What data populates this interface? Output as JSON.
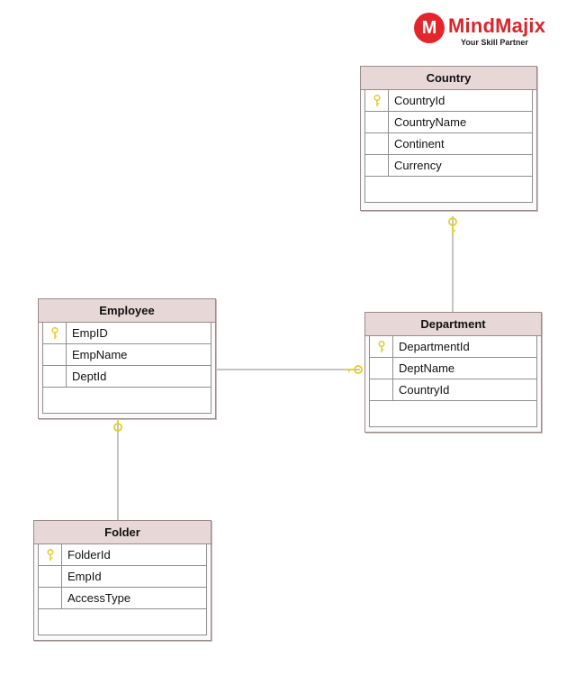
{
  "brand": {
    "mark": "M",
    "name": "MindMajix",
    "tagline": "Your Skill Partner",
    "accent_color": "#e3262c"
  },
  "colors": {
    "entity_header": "#e7d7d7",
    "connector_line": "#8a8a8a",
    "key_icon": "#e2cc2a"
  },
  "entities": {
    "country": {
      "title": "Country",
      "fields": [
        "CountryId",
        "CountryName",
        "Continent",
        "Currency"
      ],
      "primary_key": "CountryId"
    },
    "employee": {
      "title": "Employee",
      "fields": [
        "EmpID",
        "EmpName",
        "DeptId"
      ],
      "primary_key": "EmpID"
    },
    "department": {
      "title": "Department",
      "fields": [
        "DepartmentId",
        "DeptName",
        "CountryId"
      ],
      "primary_key": "DepartmentId"
    },
    "folder": {
      "title": "Folder",
      "fields": [
        "FolderId",
        "EmpId",
        "AccessType"
      ],
      "primary_key": "FolderId"
    }
  },
  "relationships": [
    {
      "from": "Department",
      "to": "Country"
    },
    {
      "from": "Employee",
      "to": "Department"
    },
    {
      "from": "Folder",
      "to": "Employee"
    }
  ]
}
